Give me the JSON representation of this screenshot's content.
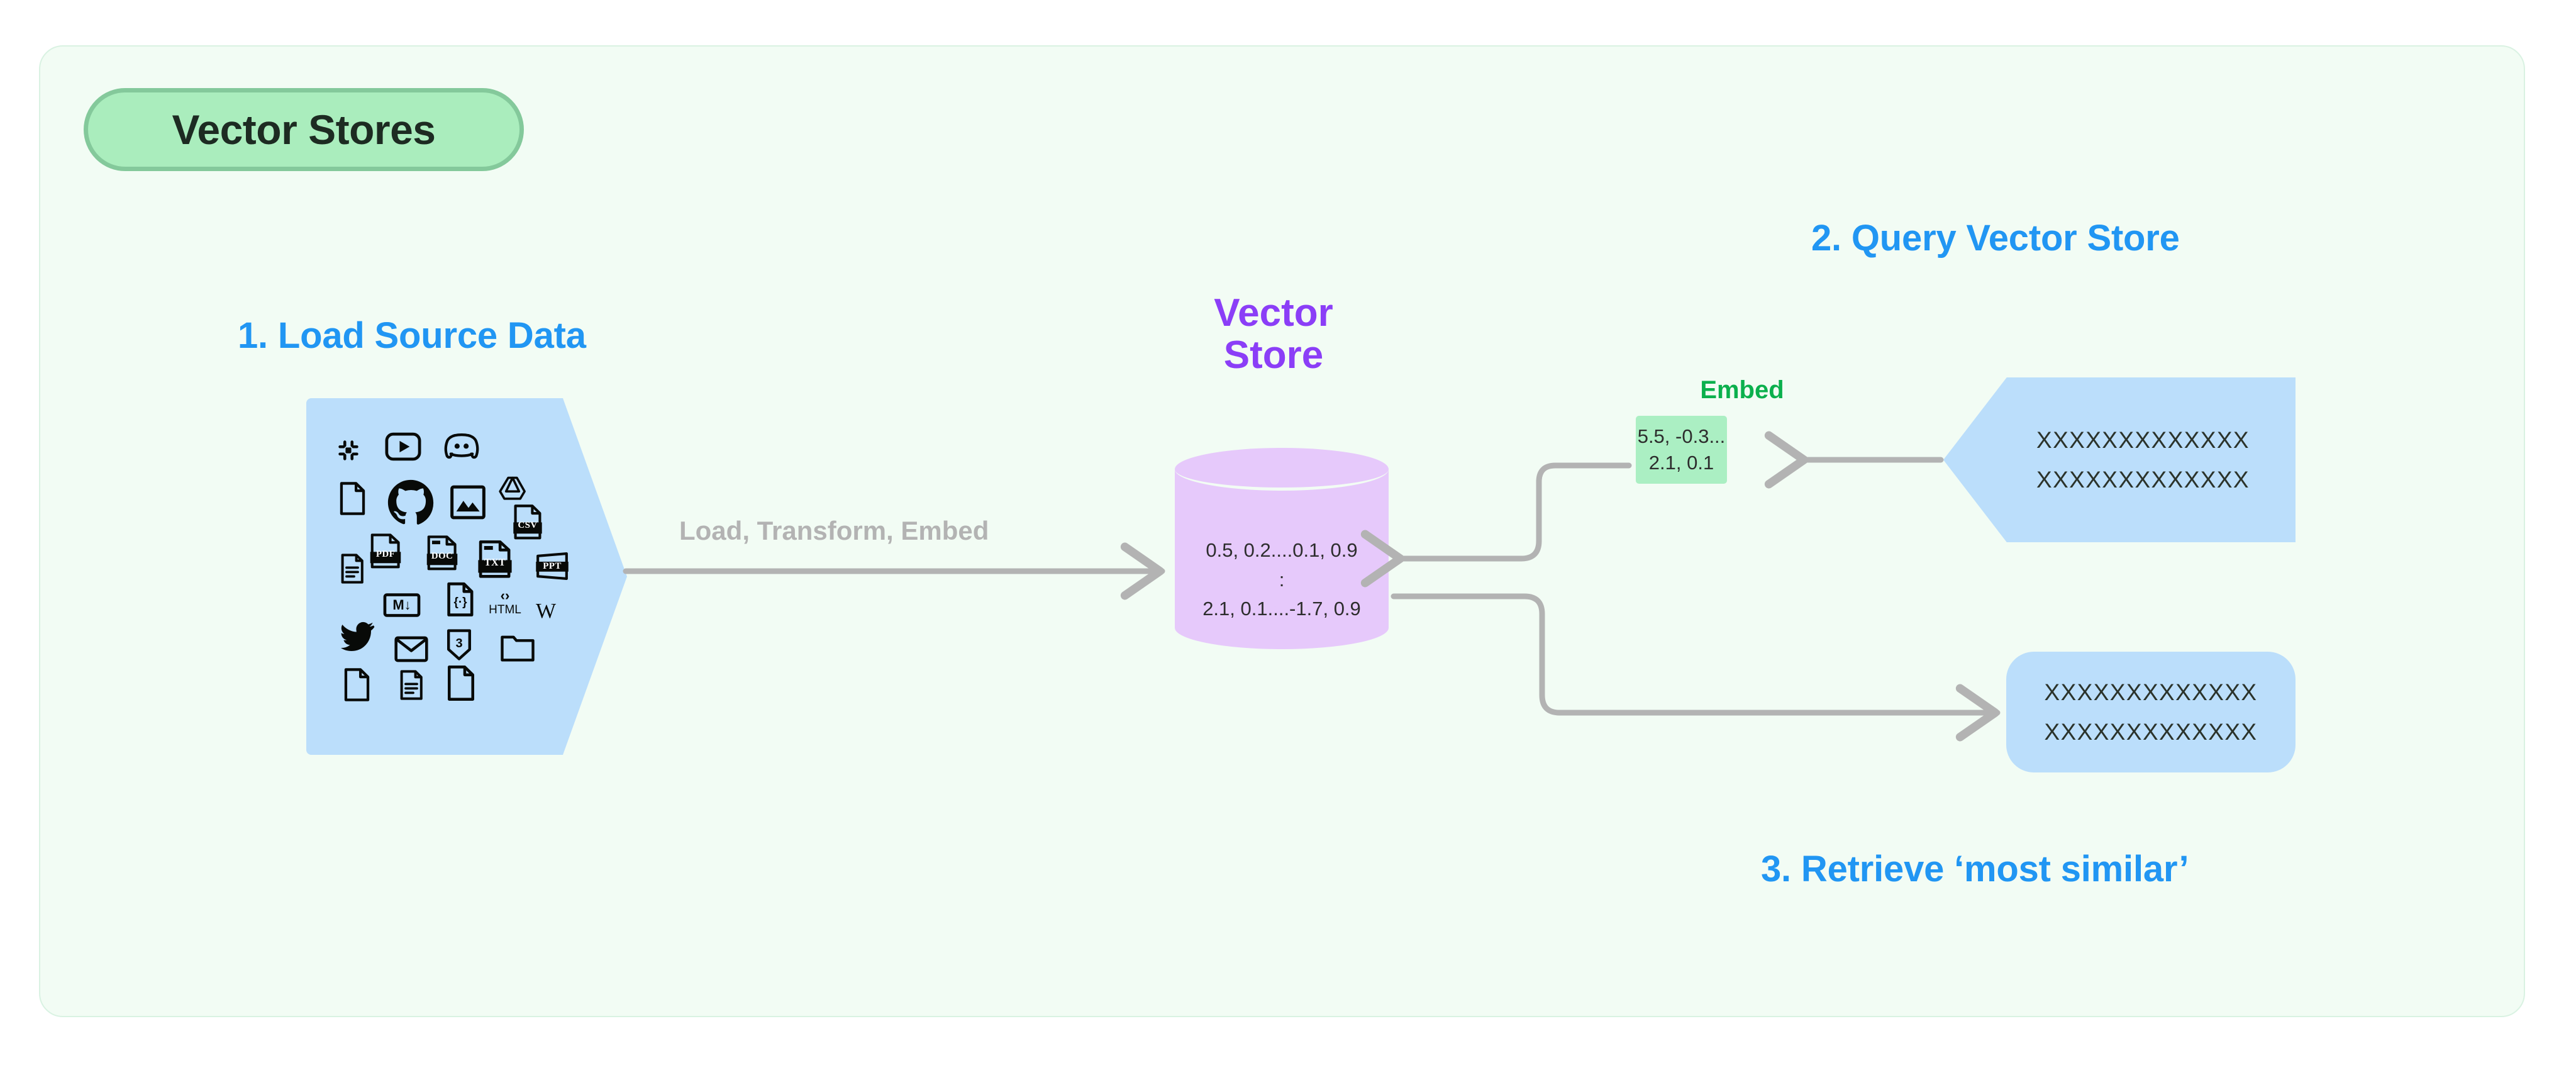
{
  "title_pill": {
    "label": "Vector Stores"
  },
  "steps": [
    {
      "id": "load",
      "label": "1.  Load Source Data"
    },
    {
      "id": "query",
      "label": "2.  Query Vector Store"
    },
    {
      "id": "retrieve",
      "label": "3. Retrieve ‘most similar’"
    }
  ],
  "vector_store": {
    "label_line1": "Vector",
    "label_line2": "Store",
    "rows": [
      "0.5, 0.2....0.1, 0.9",
      ":",
      "2.1, 0.1....-1.7, 0.9"
    ]
  },
  "pipeline_arrow": {
    "label": "Load, Transform, Embed"
  },
  "embed": {
    "label": "Embed",
    "rows": [
      "5.5, -0.3...",
      "2.1, 0.1"
    ]
  },
  "query_block": {
    "rows": [
      "XXXXXXXXXXXXX",
      "XXXXXXXXXXXXX"
    ]
  },
  "result_block": {
    "rows": [
      "XXXXXXXXXXXXX",
      "XXXXXXXXXXXXX"
    ]
  },
  "source_icons": [
    {
      "name": "slack-icon",
      "glyph": "slack"
    },
    {
      "name": "youtube-icon",
      "glyph": "youtube"
    },
    {
      "name": "discord-icon",
      "glyph": "discord"
    },
    {
      "name": "file-blank-icon",
      "glyph": "file"
    },
    {
      "name": "github-icon",
      "glyph": "github"
    },
    {
      "name": "image-icon",
      "glyph": "image"
    },
    {
      "name": "google-drive-icon",
      "glyph": "gdrive"
    },
    {
      "name": "csv-file-icon",
      "glyph": "csv"
    },
    {
      "name": "document-lines-icon",
      "glyph": "doclines"
    },
    {
      "name": "pdf-file-icon",
      "glyph": "pdf"
    },
    {
      "name": "doc-file-icon",
      "glyph": "doc"
    },
    {
      "name": "txt-file-icon",
      "glyph": "txt"
    },
    {
      "name": "ppt-file-icon",
      "glyph": "ppt"
    },
    {
      "name": "markdown-icon",
      "glyph": "md"
    },
    {
      "name": "json-file-icon",
      "glyph": "json"
    },
    {
      "name": "html-icon",
      "glyph": "html"
    },
    {
      "name": "wikipedia-icon",
      "glyph": "wikipedia"
    },
    {
      "name": "twitter-icon",
      "glyph": "twitter"
    },
    {
      "name": "email-icon",
      "glyph": "email"
    },
    {
      "name": "css3-icon",
      "glyph": "css3"
    },
    {
      "name": "folder-icon",
      "glyph": "folder"
    },
    {
      "name": "file-blank-2-icon",
      "glyph": "file"
    },
    {
      "name": "file-lines-icon",
      "glyph": "doclines"
    },
    {
      "name": "file-blank-3-icon",
      "glyph": "file"
    }
  ],
  "icon_text_labels": {
    "csv": "CSV",
    "pdf": "PDF",
    "doc": "DOC",
    "txt": "TXT",
    "ppt": "PPT",
    "md": "M↓",
    "html_top": "‹›",
    "html": "HTML",
    "wikipedia": "W",
    "json": "{·}",
    "css3": "3"
  },
  "colors": {
    "page_bg": "#ffffff",
    "card_bg": "#f2fcf4",
    "card_border": "#d9f2e2",
    "pill_fill": "#aaedbd",
    "pill_border": "#84c99b",
    "step_blue": "#2196f3",
    "vector_purple": "#8b3ef7",
    "cylinder_fill": "#e6c9fb",
    "embed_green_text": "#0bb04d",
    "embed_box_fill": "#abefc3",
    "source_blue": "#bbdefb",
    "connector_gray": "#b3b3b3"
  }
}
